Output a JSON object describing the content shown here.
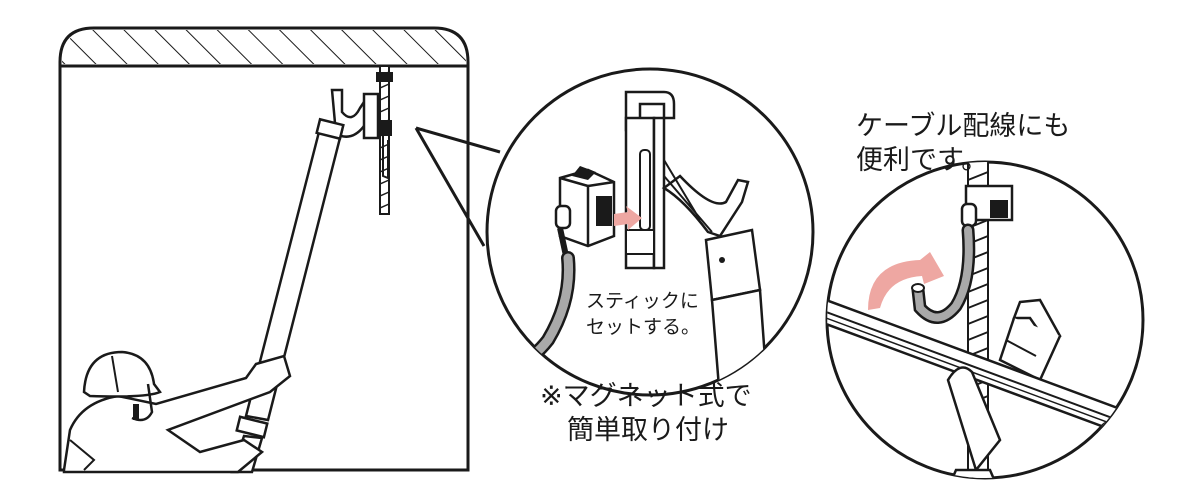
{
  "labels": {
    "stick_line1": "スティックに",
    "stick_line2": "セットする。",
    "magnet_line1": "※マグネット式で",
    "magnet_line2": "簡単取り付け",
    "cable_line1": "ケーブル配線にも",
    "cable_line2": "便利です。"
  },
  "colors": {
    "line": "#1a1a1a",
    "arrow": "#eea7a2",
    "cable_gray": "#a9a9a9",
    "hand_gray": "#9a9a9a"
  }
}
